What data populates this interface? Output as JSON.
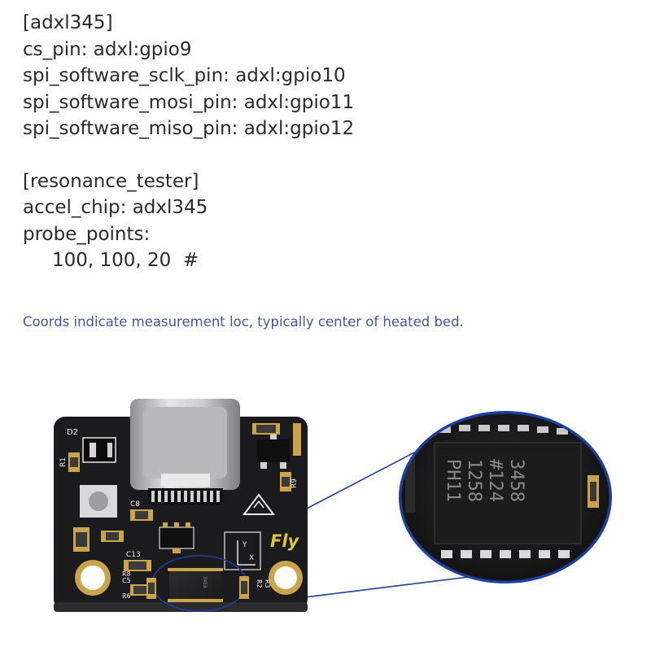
{
  "config": {
    "section1_header": "[adxl345]",
    "cs_pin": "cs_pin: adxl:gpio9",
    "sclk_pin": "spi_software_sclk_pin: adxl:gpio10",
    "mosi_pin": "spi_software_mosi_pin: adxl:gpio11",
    "miso_pin": "spi_software_miso_pin: adxl:gpio12",
    "section2_header": "[resonance_tester]",
    "accel_chip": "accel_chip: adxl345",
    "probe_points_label": "probe_points:",
    "probe_points_value": "100, 100, 20  #",
    "comment": "Coords indicate measurement loc, typically center of heated bed."
  },
  "board": {
    "brand_text": "Fly",
    "chip_marking": [
      "3458",
      "#124",
      "1258",
      "PH11"
    ],
    "labels": {
      "d2": "D2",
      "r1": "R1",
      "c8": "C8",
      "c13": "C13",
      "c5": "C5",
      "r9": "R9",
      "r2": "R2",
      "r3": "R3",
      "r8": "R8",
      "r6": "R6",
      "axis_x": "X",
      "axis_y": "Y"
    },
    "colors": {
      "pcb": "#1b1b1d",
      "gold": "#c9a44a",
      "callout": "#1f3f9f"
    }
  }
}
